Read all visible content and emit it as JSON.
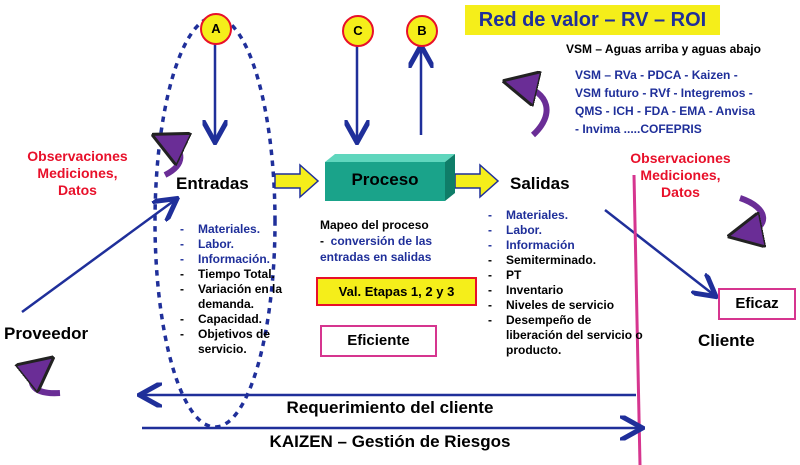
{
  "title": "Red de valor – RV – ROI",
  "vsm_heading": "VSM – Aguas arriba y aguas abajo",
  "vsm_tools": [
    "VSM – RVa - PDCA - Kaizen -",
    "VSM futuro - RVf - Integremos -",
    "QMS - ICH - FDA - EMA - Anvisa",
    "- Invima .....COFEPRIS"
  ],
  "markers": {
    "a": "A",
    "b": "B",
    "c": "C"
  },
  "observaciones_left": [
    "Observaciones",
    "Mediciones,",
    "Datos"
  ],
  "observaciones_right": [
    "Observaciones",
    "Mediciones,",
    "Datos"
  ],
  "entradas": {
    "title": "Entradas",
    "items": [
      {
        "text": "Materiales.",
        "color": "blue"
      },
      {
        "text": "Labor.",
        "color": "blue"
      },
      {
        "text": "Información.",
        "color": "blue"
      },
      {
        "text": "Tiempo Total.",
        "color": "black"
      },
      {
        "text": "Variación en la demanda.",
        "color": "black"
      },
      {
        "text": "Capacidad.",
        "color": "black"
      },
      {
        "text": "Objetivos de servicio.",
        "color": "black"
      }
    ]
  },
  "proceso": {
    "title": "Proceso",
    "mapeo": "Mapeo del proceso",
    "conversion_line1": "conversión de las",
    "conversion_line2": "entradas en salidas",
    "val": "Val. Etapas 1, 2 y 3",
    "eficiente": "Eficiente"
  },
  "salidas": {
    "title": "Salidas",
    "items": [
      {
        "text": "Materiales.",
        "color": "blue"
      },
      {
        "text": "Labor.",
        "color": "blue"
      },
      {
        "text": "Información",
        "color": "blue"
      },
      {
        "text": "Semiterminado.",
        "color": "black"
      },
      {
        "text": "PT",
        "color": "black"
      },
      {
        "text": "Inventario",
        "color": "black"
      },
      {
        "text": "Niveles de servicio",
        "color": "black"
      },
      {
        "text": "Desempeño de liberación del servicio o producto.",
        "color": "black"
      }
    ]
  },
  "eficaz": "Eficaz",
  "cliente": "Cliente",
  "proveedor": "Proveedor",
  "requerimiento": "Requerimiento del cliente",
  "kaizen": "KAIZEN – Gestión de Riesgos",
  "colors": {
    "blue": "#1f2f9a",
    "red": "#e8102a",
    "yellow": "#f5ee1a",
    "teal": "#1aa38a",
    "magenta": "#d6358f",
    "purple": "#6a2d96"
  }
}
